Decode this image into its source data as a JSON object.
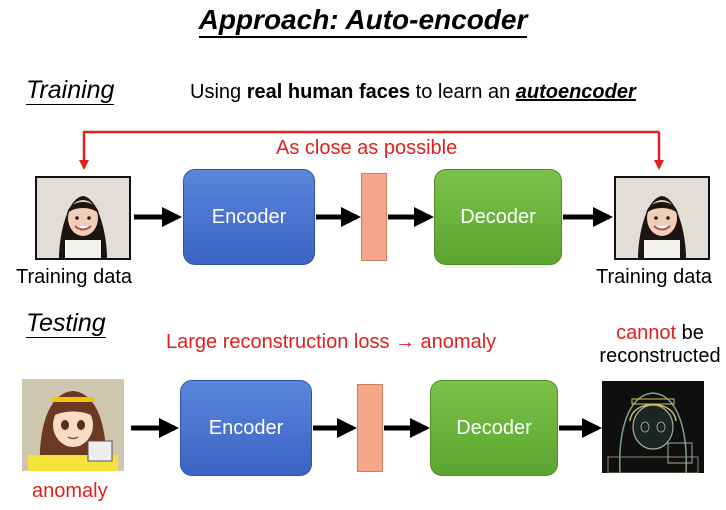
{
  "title": "Approach: Auto-encoder",
  "training": {
    "heading": "Training",
    "desc_prefix": "Using ",
    "desc_bold": "real human faces",
    "desc_mid": " to learn an ",
    "desc_em": "autoencoder",
    "feedback_label": "As close as possible",
    "input_label": "Training data",
    "output_label": "Training data",
    "encoder_label": "Encoder",
    "decoder_label": "Decoder"
  },
  "testing": {
    "heading": "Testing",
    "desc": "Large reconstruction loss → anomaly",
    "encoder_label": "Encoder",
    "decoder_label": "Decoder",
    "input_label": "anomaly",
    "output_red": "cannot",
    "output_rest": " be",
    "output_line2": "reconstructed"
  },
  "colors": {
    "accent_red": "#e0201e",
    "encoder_blue": "#4472c4",
    "decoder_green": "#70ad47",
    "code_orange": "#f4a080"
  }
}
